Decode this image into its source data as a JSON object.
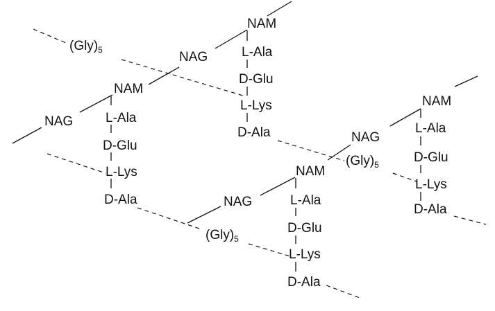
{
  "labels": {
    "nam": "NAM",
    "nag": "NAG",
    "l_ala": "L-Ala",
    "d_glu": "D-Glu",
    "l_lys": "L-Lys",
    "d_ala": "D-Ala",
    "gly": "(Gly)",
    "gly_sub": "5"
  },
  "colors": {
    "ink": "#111111",
    "background": "#ffffff"
  }
}
